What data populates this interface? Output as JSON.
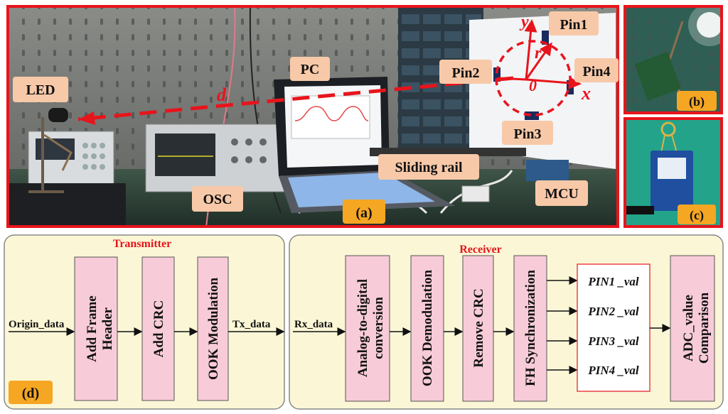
{
  "photo_labels": {
    "led": "LED",
    "pc": "PC",
    "pin1": "Pin1",
    "pin2": "Pin2",
    "pin3": "Pin3",
    "pin4": "Pin4",
    "osc": "OSC",
    "sliding_rail": "Sliding rail",
    "mcu": "MCU",
    "panel_a": "(a)",
    "panel_b": "(b)",
    "panel_c": "(c)",
    "distance": "d",
    "axis_x": "x",
    "axis_y": "y",
    "radius": "r",
    "origin": "0"
  },
  "transmitter": {
    "title": "Transmitter",
    "input": "Origin_data",
    "blocks": [
      "Add Frame Header",
      "Add CRC",
      "OOK Modulation"
    ],
    "output": "Tx_data"
  },
  "receiver": {
    "title": "Receiver",
    "input": "Rx_data",
    "blocks": [
      "Analog-to-digital conversion",
      "OOK Demodulation",
      "Remove CRC",
      "FH Synchronization"
    ],
    "pins": [
      "PIN1 _val",
      "PIN2 _val",
      "PIN3 _val",
      "PIN4 _val"
    ],
    "compare": "ADC_value Comparison"
  },
  "panel_d": "(d)",
  "colors": {
    "frame_red": "#e8141c",
    "block_pink": "#f7cbd8",
    "panel_bg": "#fbf7d6",
    "label_bg": "#f8c9a8",
    "title_red": "#e8141c",
    "tag_orange": "#f5a623"
  }
}
